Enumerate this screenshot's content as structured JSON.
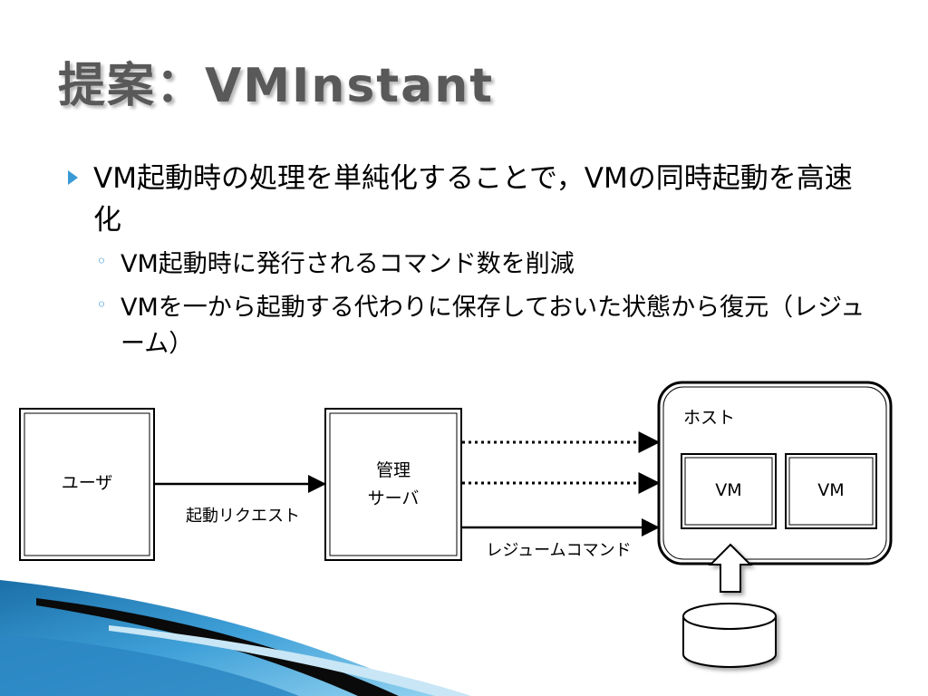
{
  "slide": {
    "title": "提案：VMInstant",
    "bullet1": "VM起動時の処理を単純化することで，VMの同時起動を高速化",
    "sub_bullets": [
      "VM起動時に発行されるコマンド数を削減",
      "VMを一から起動する代わりに保存しておいた状態から復元（レジューム）"
    ],
    "sub_marker": "◦"
  },
  "diagram": {
    "user_label": "ユーザ",
    "server_label_line1": "管理",
    "server_label_line2": "サーバ",
    "host_label": "ホスト",
    "vm1_label": "VM",
    "vm2_label": "VM",
    "start_request_label": "起動リクエスト",
    "resume_command_label": "レジュームコマンド"
  },
  "colors": {
    "accent": "#3a9ad6",
    "title_gray": "#595959"
  }
}
